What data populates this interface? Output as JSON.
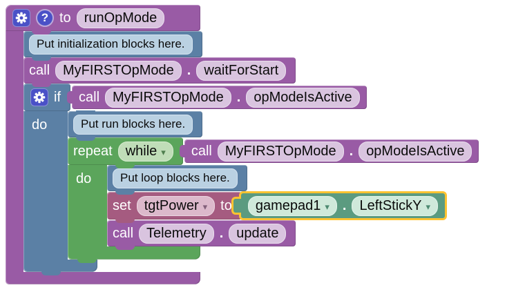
{
  "workspace": {
    "kind": "Blockly FTC OpMode program"
  },
  "icons": {
    "dropdown_arrow": "▾",
    "help_glyph": "?",
    "gear": "gear"
  },
  "colors": {
    "procedure_purple": "#995ba5",
    "comment_slate": "#5b80a5",
    "loop_green": "#5ba55b",
    "variable_maroon": "#a55b80",
    "gamepad_teal": "#5b9b80",
    "highlight_yellow": "#fdc331",
    "mutator_badge_indigo": "#4a51c7"
  },
  "function_block": {
    "label_to": "to",
    "name": "runOpMode",
    "comment_init": "Put initialization blocks here.",
    "call_wait": {
      "label": "call",
      "component": "MyFIRSTOpMode",
      "dot": ".",
      "method": "waitForStart"
    },
    "if_block": {
      "label_if": "if",
      "label_do": "do",
      "condition": {
        "label": "call",
        "component": "MyFIRSTOpMode",
        "dot": ".",
        "method": "opModeIsActive"
      },
      "comment_run": "Put run blocks here.",
      "repeat_block": {
        "label_repeat": "repeat",
        "mode": "while",
        "label_do": "do",
        "condition": {
          "label": "call",
          "component": "MyFIRSTOpMode",
          "dot": ".",
          "method": "opModeIsActive"
        },
        "comment_loop": "Put loop blocks here.",
        "set_block": {
          "label_set": "set",
          "variable": "tgtPower",
          "label_to": "to",
          "value": {
            "device": "gamepad1",
            "dot": ".",
            "property": "LeftStickY",
            "highlighted": true
          }
        },
        "call_telemetry": {
          "label": "call",
          "component": "Telemetry",
          "dot": ".",
          "method": "update"
        }
      }
    }
  }
}
